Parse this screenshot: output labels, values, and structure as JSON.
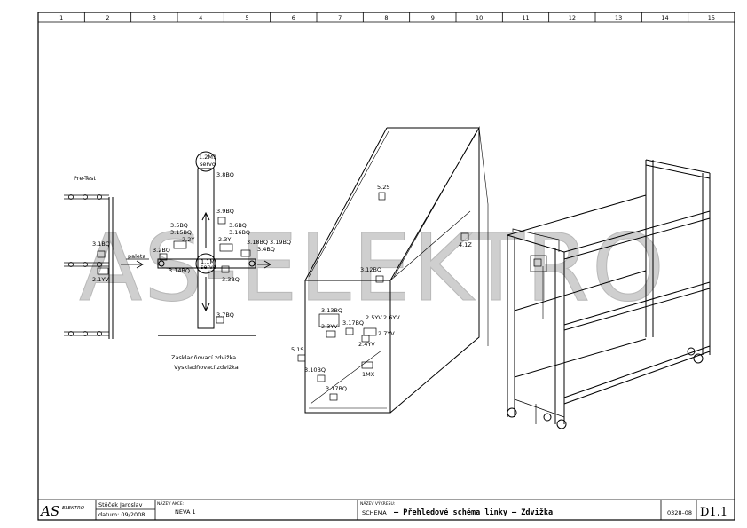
{
  "sheet": {
    "columns": [
      "1",
      "2",
      "3",
      "4",
      "5",
      "6",
      "7",
      "8",
      "9",
      "10",
      "11",
      "12",
      "13",
      "14",
      "15"
    ],
    "watermark": "AS-ELEKTRO"
  },
  "diagram": {
    "pretest_label": "Pre-Test",
    "direction_label": "paleta",
    "labels_lift": [
      "1.2M1",
      "servo",
      "3.8BQ",
      "3.9BQ",
      "3.5BQ",
      "3.15BQ",
      "2.2Y",
      "2.3Y",
      "3.6BQ",
      "3.16BQ",
      "3.18BQ",
      "3.19BQ",
      "3.4BQ",
      "3.2BQ",
      "1.1M",
      "servo",
      "3.14BQ",
      "3.3BQ",
      "3.7BQ",
      "3.1BQ",
      "2.1YV"
    ],
    "lift_caption_1": "Zaskladňovací zdvižka",
    "lift_caption_2": "Vyskladňovací zdvižka",
    "labels_box": [
      "5.2S",
      "4.1Z",
      "3.12BQ",
      "3.13BQ",
      "3.17BQ",
      "2.5YV",
      "2.6YV",
      "2.3YV",
      "2.4YV",
      "2.7YV",
      "5.1S",
      "3.10BQ",
      "3.17BQ",
      "1MX"
    ]
  },
  "titleblock": {
    "logo": "AS",
    "logo_sub": "ELEKTRO",
    "author": "Stöček Jaroslav",
    "date": "datum: 09/2008",
    "name_caption": "NÁZEV AKCE:",
    "name_value": "NEVA 1",
    "drawing_caption": "NÁZEV VÝKRESU:",
    "drawing_prefix": "SCHEMA",
    "drawing_title": "–  Přehledové schéma linky  –  Zdvižka",
    "project_no": "0328–08",
    "sheet_no": "D1.1"
  }
}
